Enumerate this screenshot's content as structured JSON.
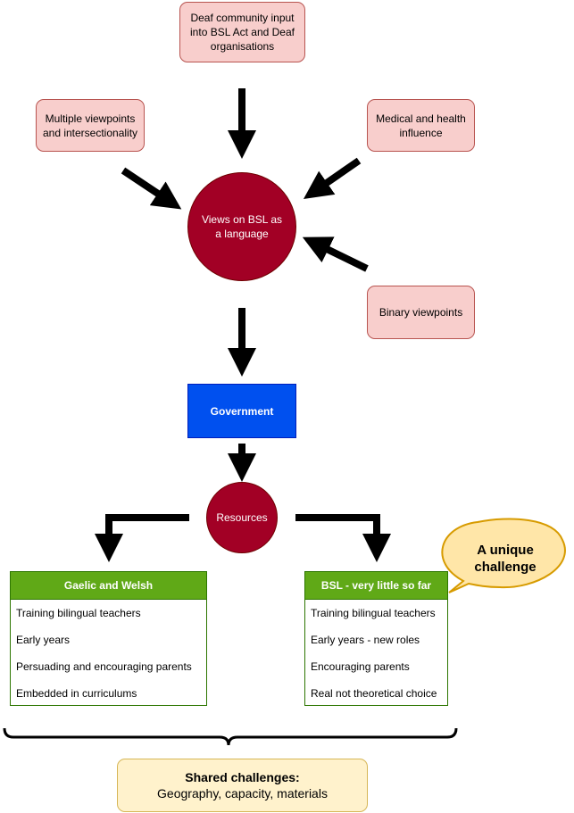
{
  "nodes": {
    "deaf_community": "Deaf community input into BSL Act and Deaf organisations",
    "multiple_viewpoints": "Multiple viewpoints and intersectionality",
    "medical_health": "Medical and health influence",
    "binary_viewpoints": "Binary viewpoints",
    "views_on_bsl": "Views on BSL as a language",
    "government": "Government",
    "resources": "Resources"
  },
  "gaelic_welsh": {
    "title": "Gaelic and Welsh",
    "items": [
      "Training bilingual teachers",
      "Early years",
      "Persuading and encouraging parents",
      "Embedded in curriculums"
    ]
  },
  "bsl": {
    "title": "BSL - very little so far",
    "items": [
      "Training bilingual teachers",
      "Early years - new roles",
      "Encouraging parents",
      "Real not theoretical choice"
    ]
  },
  "callout": "A unique challenge",
  "shared": {
    "title": "Shared challenges:",
    "body": "Geography, capacity, materials"
  },
  "colors": {
    "pink_fill": "#f8cecc",
    "crimson": "#a20025",
    "government_blue": "#0050ef",
    "green_header": "#60a917",
    "yellow_fill": "#fff2cc",
    "callout_fill": "#ffe6a8"
  }
}
